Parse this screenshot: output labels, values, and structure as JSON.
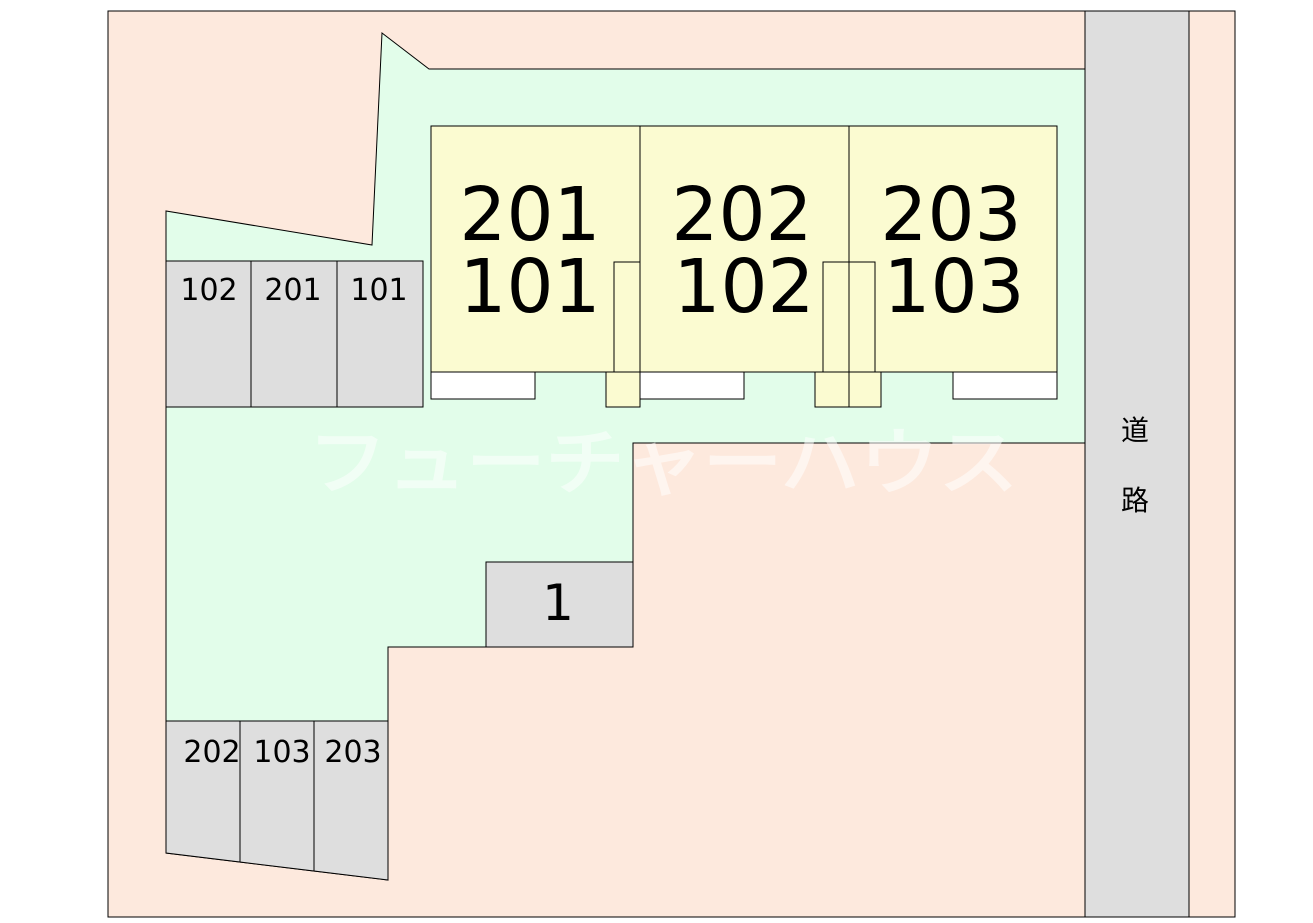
{
  "colors": {
    "surrounding": "#fde9dd",
    "site": "#e2fdea",
    "building": "#fbfbd1",
    "parking": "#dedede",
    "road": "#dedede",
    "outline": "#000000"
  },
  "buildings": [
    {
      "upper": "201",
      "lower": "101"
    },
    {
      "upper": "202",
      "lower": "102"
    },
    {
      "upper": "203",
      "lower": "103"
    }
  ],
  "parking_top": [
    "102",
    "201",
    "101"
  ],
  "parking_bottom": [
    "202",
    "103",
    "203"
  ],
  "parking_single": "1",
  "road": {
    "char1": "道",
    "char2": "路"
  },
  "watermark": "フューチャーハウス"
}
